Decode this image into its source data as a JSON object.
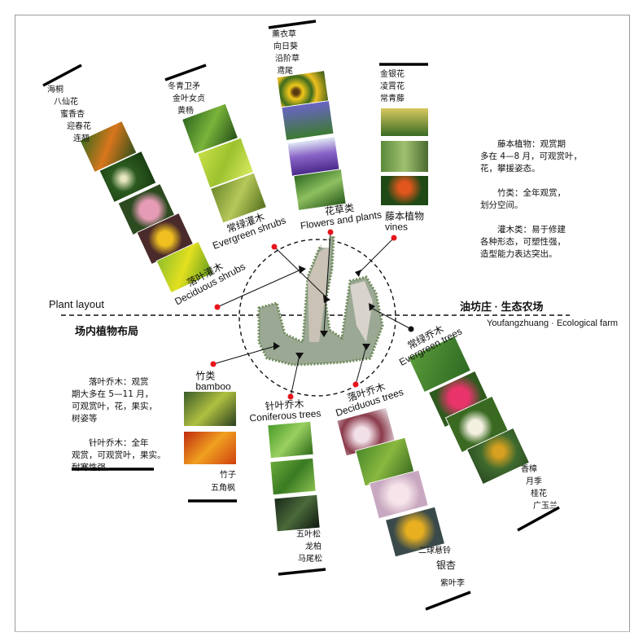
{
  "headers": {
    "plant_layout": "Plant layout",
    "plant_layout_cn": "场内植物布局",
    "farm_cn": "油坊庄 · 生态农场",
    "farm_en": "Youfangzhuang · Ecological farm"
  },
  "categories": {
    "deciduous_shrubs": {
      "cn": "落叶灌木",
      "en": "Deciduous shrubs",
      "plants": [
        "海桐",
        "八仙花",
        "蜜香杏",
        "迎春花",
        "连翘"
      ]
    },
    "evergreen_shrubs": {
      "cn": "常绿灌木",
      "en": "Evergreen shrubs",
      "plants": [
        "冬青卫矛",
        "金叶女贞",
        "黄杨"
      ]
    },
    "flowers": {
      "cn": "花草类",
      "en": "Flowers and plants",
      "plants": [
        "薰衣草",
        "向日葵",
        "沿阶草",
        "鸢尾"
      ]
    },
    "vines": {
      "cn": "藤本植物",
      "en": "vines",
      "plants": [
        "金银花",
        "凌霄花",
        "常青藤"
      ]
    },
    "evergreen_trees": {
      "cn": "常绿乔木",
      "en": "Evergreen trees",
      "plants": [
        "香樟",
        "月季",
        "桂花",
        "广玉兰"
      ]
    },
    "deciduous_trees": {
      "cn": "落叶乔木",
      "en": "Deciduous trees",
      "plants": [
        "二球悬铃",
        "银杏",
        "紫叶李"
      ]
    },
    "coniferous": {
      "cn": "针叶乔木",
      "en": "Coniferous trees",
      "plants": [
        "五叶松",
        "龙柏",
        "马尾松"
      ]
    },
    "bamboo": {
      "cn": "竹类",
      "en": "bamboo",
      "plants": [
        "竹子",
        "五角枫"
      ]
    }
  },
  "notes": {
    "right": "　　藤本植物：观赏期\n多在 4—8 月，可观赏叶，\n花，攀援姿态。\n\n　　竹类：全年观赏，\n划分空间。\n\n　　灌木类：易于修建\n各种形态，可塑性强，\n造型能力表达突出。",
    "left": "　　落叶乔木：观赏\n期大多在 5—11 月，\n可观赏叶，花，果实，\n树姿等\n\n　　针叶乔木：全年\n观赏，可观赏叶，果实。\n耐寒性强。"
  },
  "colors": {
    "marker": "#e8141c",
    "line": "#111111",
    "plan": "#8a9a86"
  }
}
